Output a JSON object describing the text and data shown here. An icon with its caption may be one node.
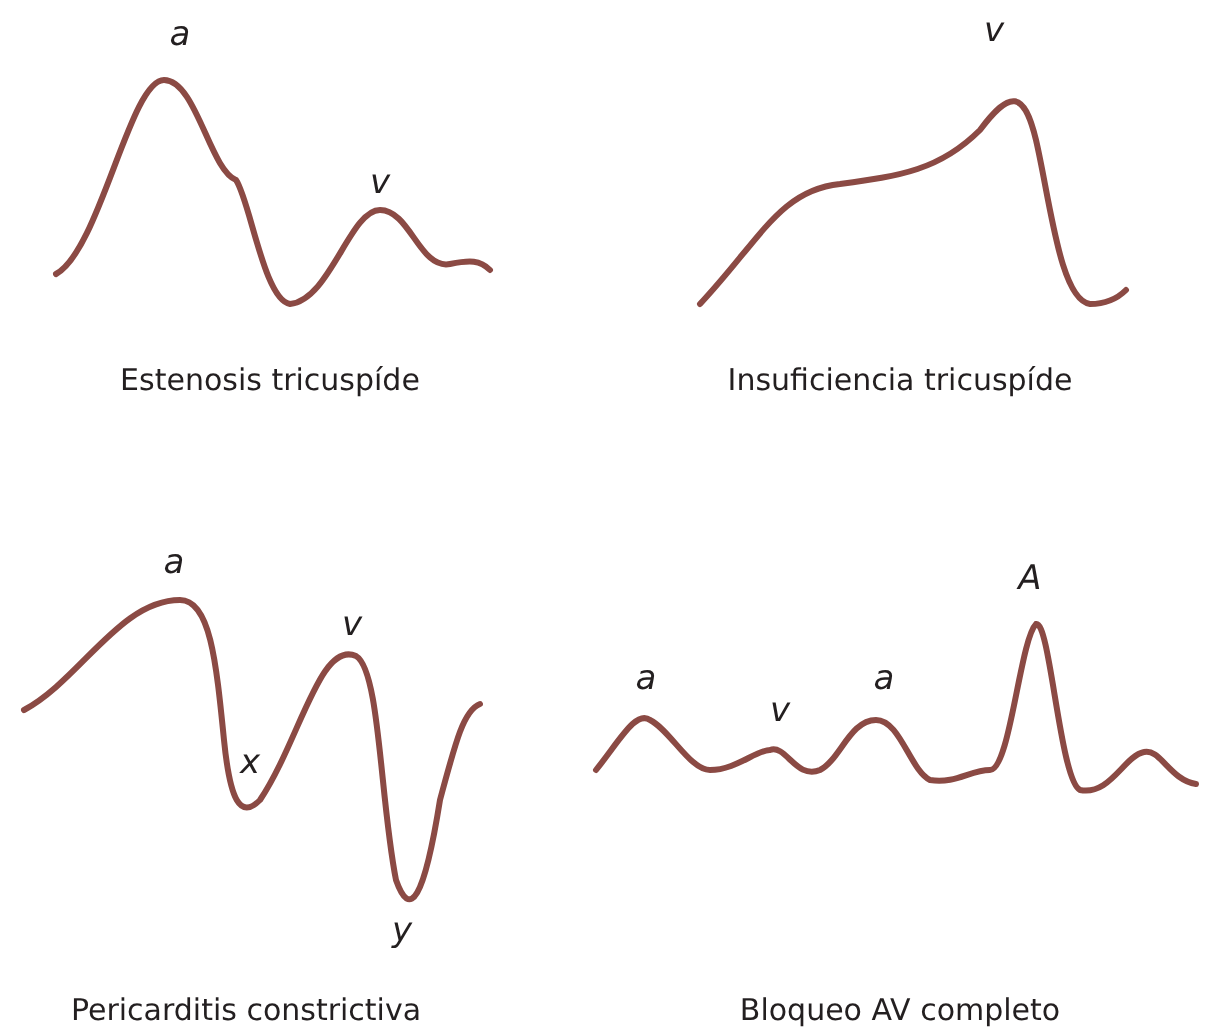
{
  "diagram": {
    "labels": [
      "a",
      "v",
      "Estenosis tricuspíde",
      "v",
      "Insuficiencia tricuspíde",
      "a",
      "x",
      "v",
      "y",
      "Pericarditis constrictiva",
      "a",
      "v",
      "a",
      "A",
      "Bloqueo AV completo"
    ]
  }
}
